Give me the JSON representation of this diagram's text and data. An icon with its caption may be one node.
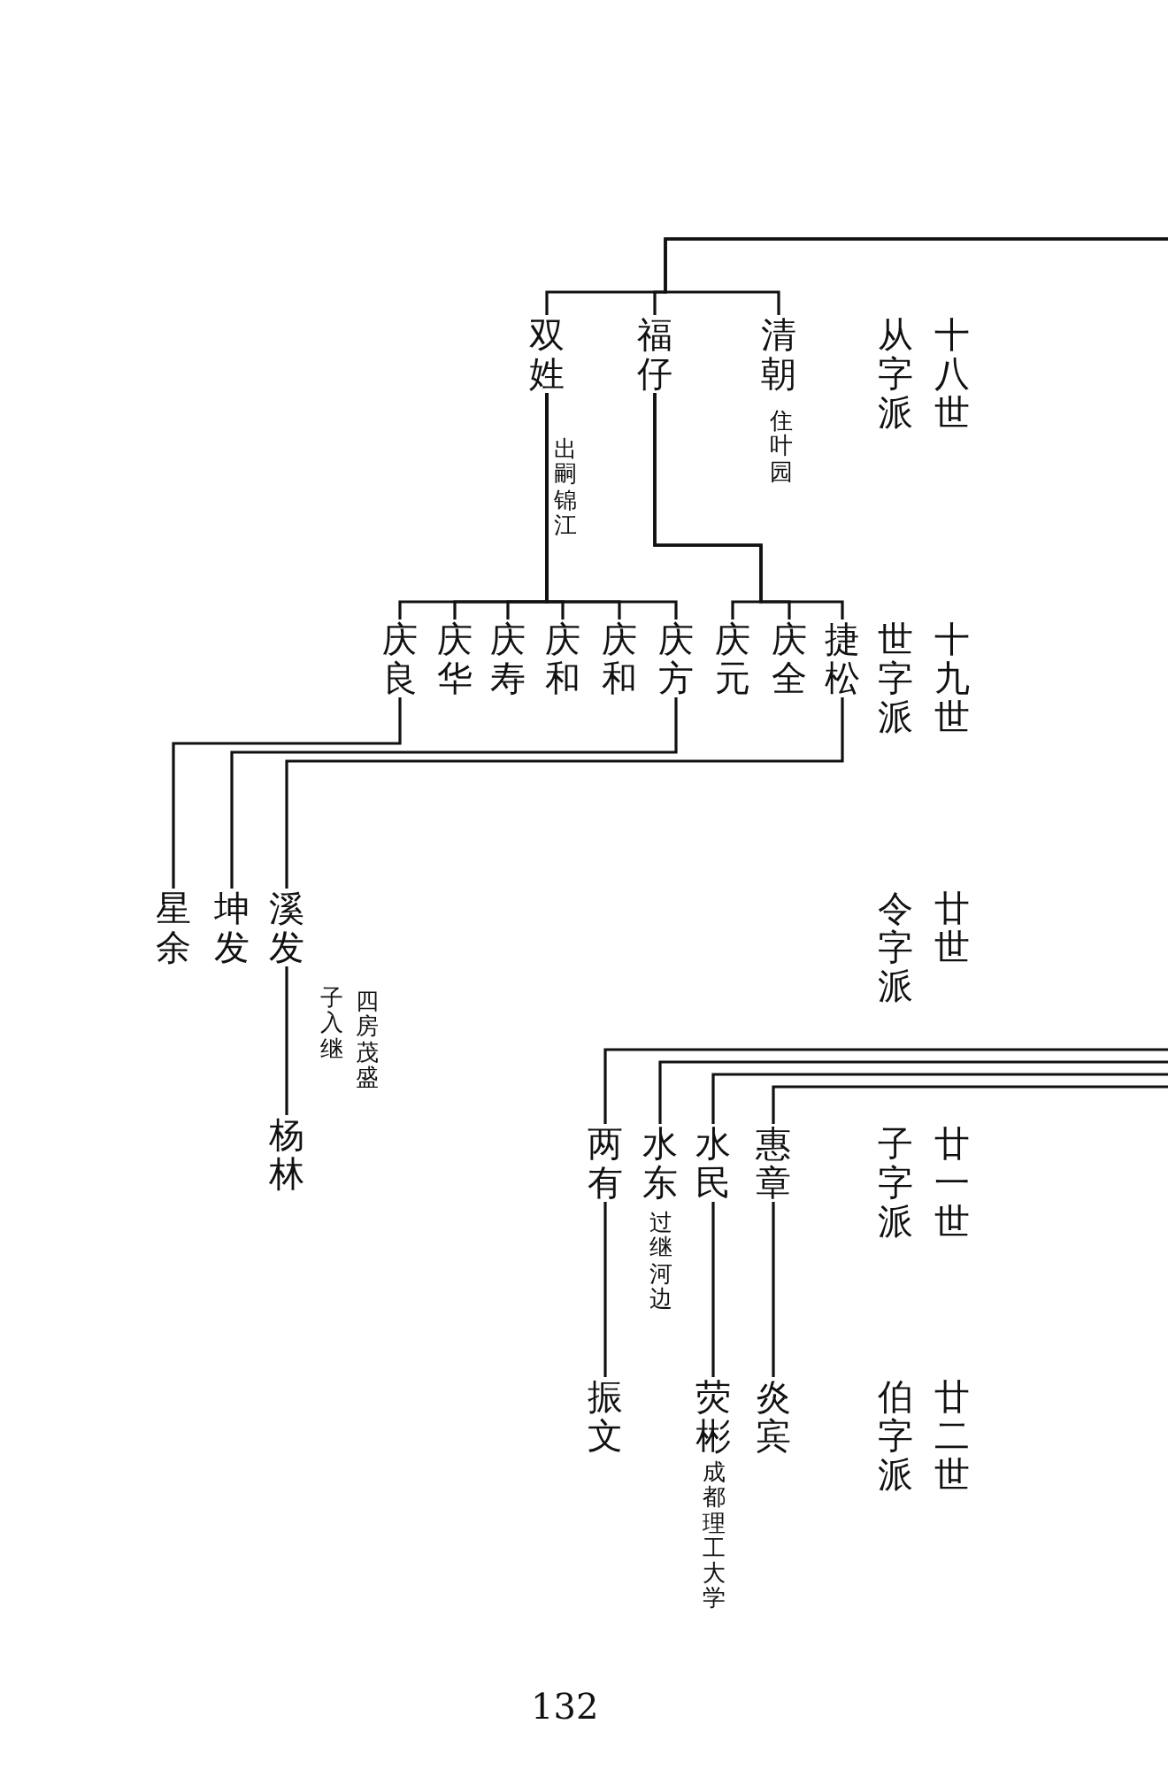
{
  "diagram": {
    "nodes": [
      {
        "text": [
          "清朝"
        ],
        "beside": [
          "住叶园"
        ]
      },
      {
        "text": [
          "福仔"
        ]
      },
      {
        "text": [
          "双姓"
        ],
        "beside": [
          "出嗣锦江"
        ]
      },
      {
        "text": [
          "捷松"
        ]
      },
      {
        "text": [
          "庆全"
        ]
      },
      {
        "text": [
          "庆元"
        ]
      },
      {
        "text": [
          "庆方"
        ]
      },
      {
        "text": [
          "庆和"
        ]
      },
      {
        "text": [
          "庆和"
        ]
      },
      {
        "text": [
          "庆寿"
        ]
      },
      {
        "text": [
          "庆华"
        ]
      },
      {
        "text": [
          "庆良"
        ]
      },
      {
        "text": [
          "溪发"
        ]
      },
      {
        "text": [
          "坤发"
        ]
      },
      {
        "text": [
          "星余"
        ]
      },
      {
        "text": [
          "杨林"
        ]
      },
      {
        "text": [
          "惠章"
        ]
      },
      {
        "text": [
          "水民"
        ]
      },
      {
        "text": [
          "水东"
        ],
        "beside": [
          "过继河边"
        ]
      },
      {
        "text": [
          "两有"
        ]
      },
      {
        "text": [
          "炎宾"
        ]
      },
      {
        "text": [
          "荧彬"
        ],
        "beside": [
          "成都理工大学"
        ]
      },
      {
        "text": [
          "振文"
        ]
      }
    ],
    "edges": [
      {
        "from": null,
        "to": 0,
        "arrow": "none"
      },
      {
        "from": null,
        "to": 1,
        "arrow": "none"
      },
      {
        "from": null,
        "to": 2,
        "arrow": "none"
      },
      {
        "from": 2,
        "to": 6,
        "arrow": "none"
      },
      {
        "from": 2,
        "to": 7,
        "arrow": "none"
      },
      {
        "from": 2,
        "to": 8,
        "arrow": "none"
      },
      {
        "from": 2,
        "to": 9,
        "arrow": "none"
      },
      {
        "from": 2,
        "to": 10,
        "arrow": "none"
      },
      {
        "from": 2,
        "to": 11,
        "arrow": "none"
      },
      {
        "from": 1,
        "to": 3,
        "arrow": "none"
      },
      {
        "from": 1,
        "to": 4,
        "arrow": "none"
      },
      {
        "from": 1,
        "to": 5,
        "arrow": "none"
      },
      {
        "from": 11,
        "to": 14,
        "arrow": "none"
      },
      {
        "from": 6,
        "to": 13,
        "arrow": "none"
      },
      {
        "from": 3,
        "to": 12,
        "arrow": "none"
      },
      {
        "from": 12,
        "to": 15,
        "label": "子入继",
        "arrow": "none"
      },
      {
        "from": null,
        "to": 19,
        "arrow": "none"
      },
      {
        "from": null,
        "to": 18,
        "arrow": "none"
      },
      {
        "from": null,
        "to": 17,
        "arrow": "none"
      },
      {
        "from": null,
        "to": 16,
        "arrow": "none"
      },
      {
        "from": 19,
        "to": 22,
        "arrow": "none"
      },
      {
        "from": 17,
        "to": 21,
        "arrow": "none"
      },
      {
        "from": 16,
        "to": 20,
        "arrow": "none"
      }
    ],
    "labels": [
      "十八世",
      "从字派",
      "十九世",
      "世字派",
      "四房茂盛",
      "廿世",
      "令字派",
      "廿一世",
      "子字派",
      "廿二世",
      "伯字派",
      "132"
    ]
  }
}
